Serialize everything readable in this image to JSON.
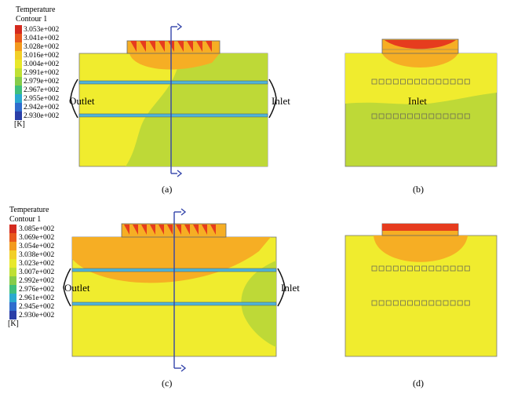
{
  "legend_a": {
    "title_line1": "Temperature",
    "title_line2": "Contour 1",
    "unit": "[K]",
    "labels": [
      "3.053e+002",
      "3.041e+002",
      "3.028e+002",
      "3.016e+002",
      "3.004e+002",
      "2.991e+002",
      "2.979e+002",
      "2.967e+002",
      "2.955e+002",
      "2.942e+002",
      "2.930e+002"
    ]
  },
  "legend_c": {
    "title_line1": "Temperature",
    "title_line2": "Contour 1",
    "unit": "[K]",
    "labels": [
      "3.085e+002",
      "3.069e+002",
      "3.054e+002",
      "3.038e+002",
      "3.023e+002",
      "3.007e+002",
      "2.992e+002",
      "2.976e+002",
      "2.961e+002",
      "2.945e+002",
      "2.930e+002"
    ]
  },
  "legend_colors": [
    "#d42a1e",
    "#e8581c",
    "#f39a1e",
    "#f2cf27",
    "#e8e82a",
    "#bfe034",
    "#86cc4a",
    "#3fbf7c",
    "#2aa9cf",
    "#2f6ccd",
    "#2a3fa8"
  ],
  "colors": {
    "yellow": "#f0ec2e",
    "green": "#bed937",
    "orange": "#f6ae24",
    "red": "#e63c1e",
    "channel": "#4fb4d8",
    "arrow": "#3344aa"
  },
  "annotations": {
    "outlet_a": "Outlet",
    "inlet_a": "Inlet",
    "inlet_b": "Inlet",
    "outlet_c": "Outlet",
    "inlet_c": "Inlet"
  },
  "captions": {
    "a": "(a)",
    "b": "(b)",
    "c": "(c)",
    "d": "(d)"
  }
}
